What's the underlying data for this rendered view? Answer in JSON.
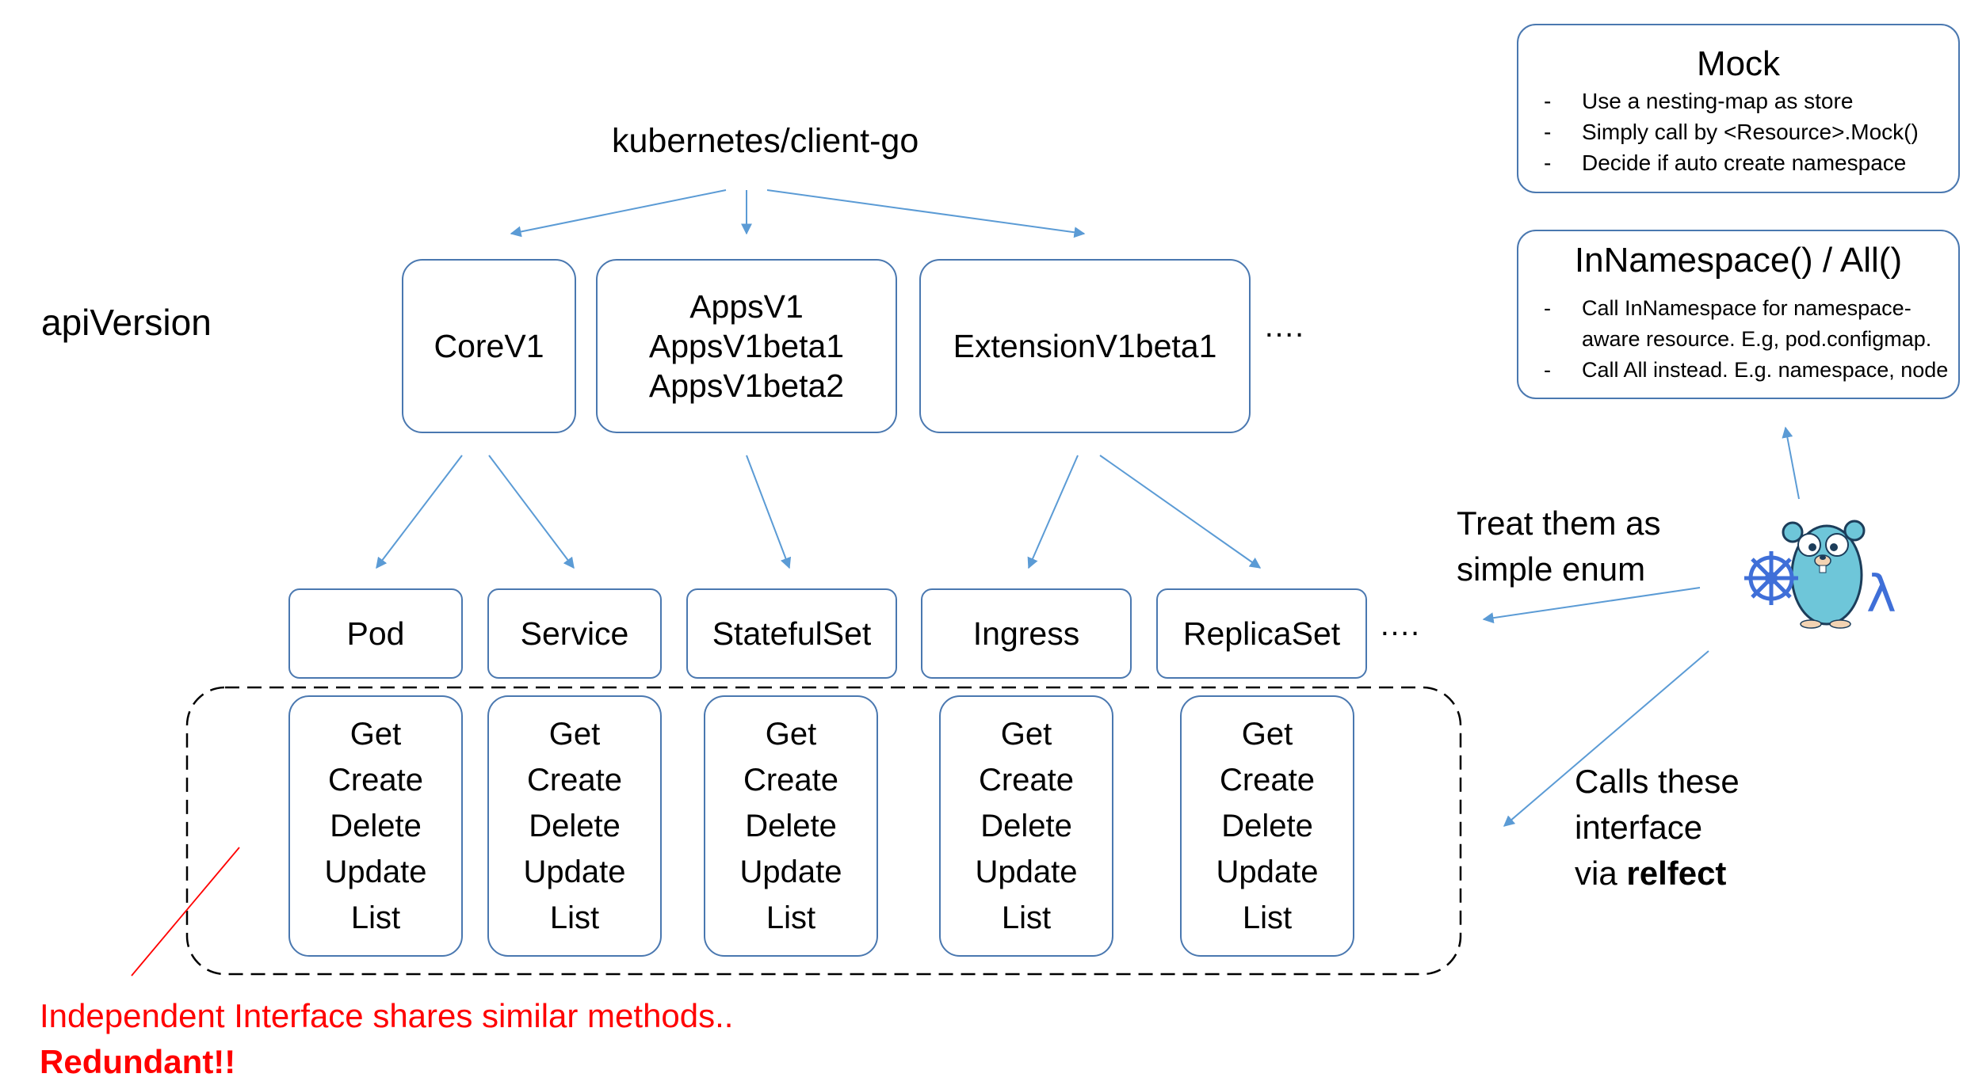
{
  "root": "kubernetes/client-go",
  "api_version_label": "apiVersion",
  "versions": [
    {
      "lines": [
        "CoreV1"
      ]
    },
    {
      "lines": [
        "AppsV1",
        "AppsV1beta1",
        "AppsV1beta2"
      ]
    },
    {
      "lines": [
        "ExtensionV1beta1"
      ]
    }
  ],
  "versions_more": "….",
  "resources": [
    "Pod",
    "Service",
    "StatefulSet",
    "Ingress",
    "ReplicaSet"
  ],
  "resources_more": "….",
  "methods": [
    "Get",
    "Create",
    "Delete",
    "Update",
    "List"
  ],
  "mock_panel": {
    "title": "Mock",
    "items": [
      "Use a nesting-map as store",
      "Simply call by <Resource>.Mock()",
      "Decide if auto create namespace"
    ]
  },
  "namespace_panel": {
    "title": "InNamespace() / All()",
    "items": [
      "Call InNamespace for namespace-aware resource. E.g, pod.configmap.",
      "Call All instead. E.g. namespace, node"
    ]
  },
  "treat_text": [
    "Treat them as",
    "simple enum"
  ],
  "calls_text": {
    "line1": "Calls these",
    "line2": "interface",
    "line3_prefix": "via ",
    "line3_bold": "relfect"
  },
  "note": {
    "line1": "Independent Interface shares similar methods..",
    "line2": "Redundant!!"
  },
  "colors": {
    "border": "#4a78b0",
    "arrow": "#5b9bd5",
    "warning": "#ff0000",
    "dashed": "#000000"
  }
}
